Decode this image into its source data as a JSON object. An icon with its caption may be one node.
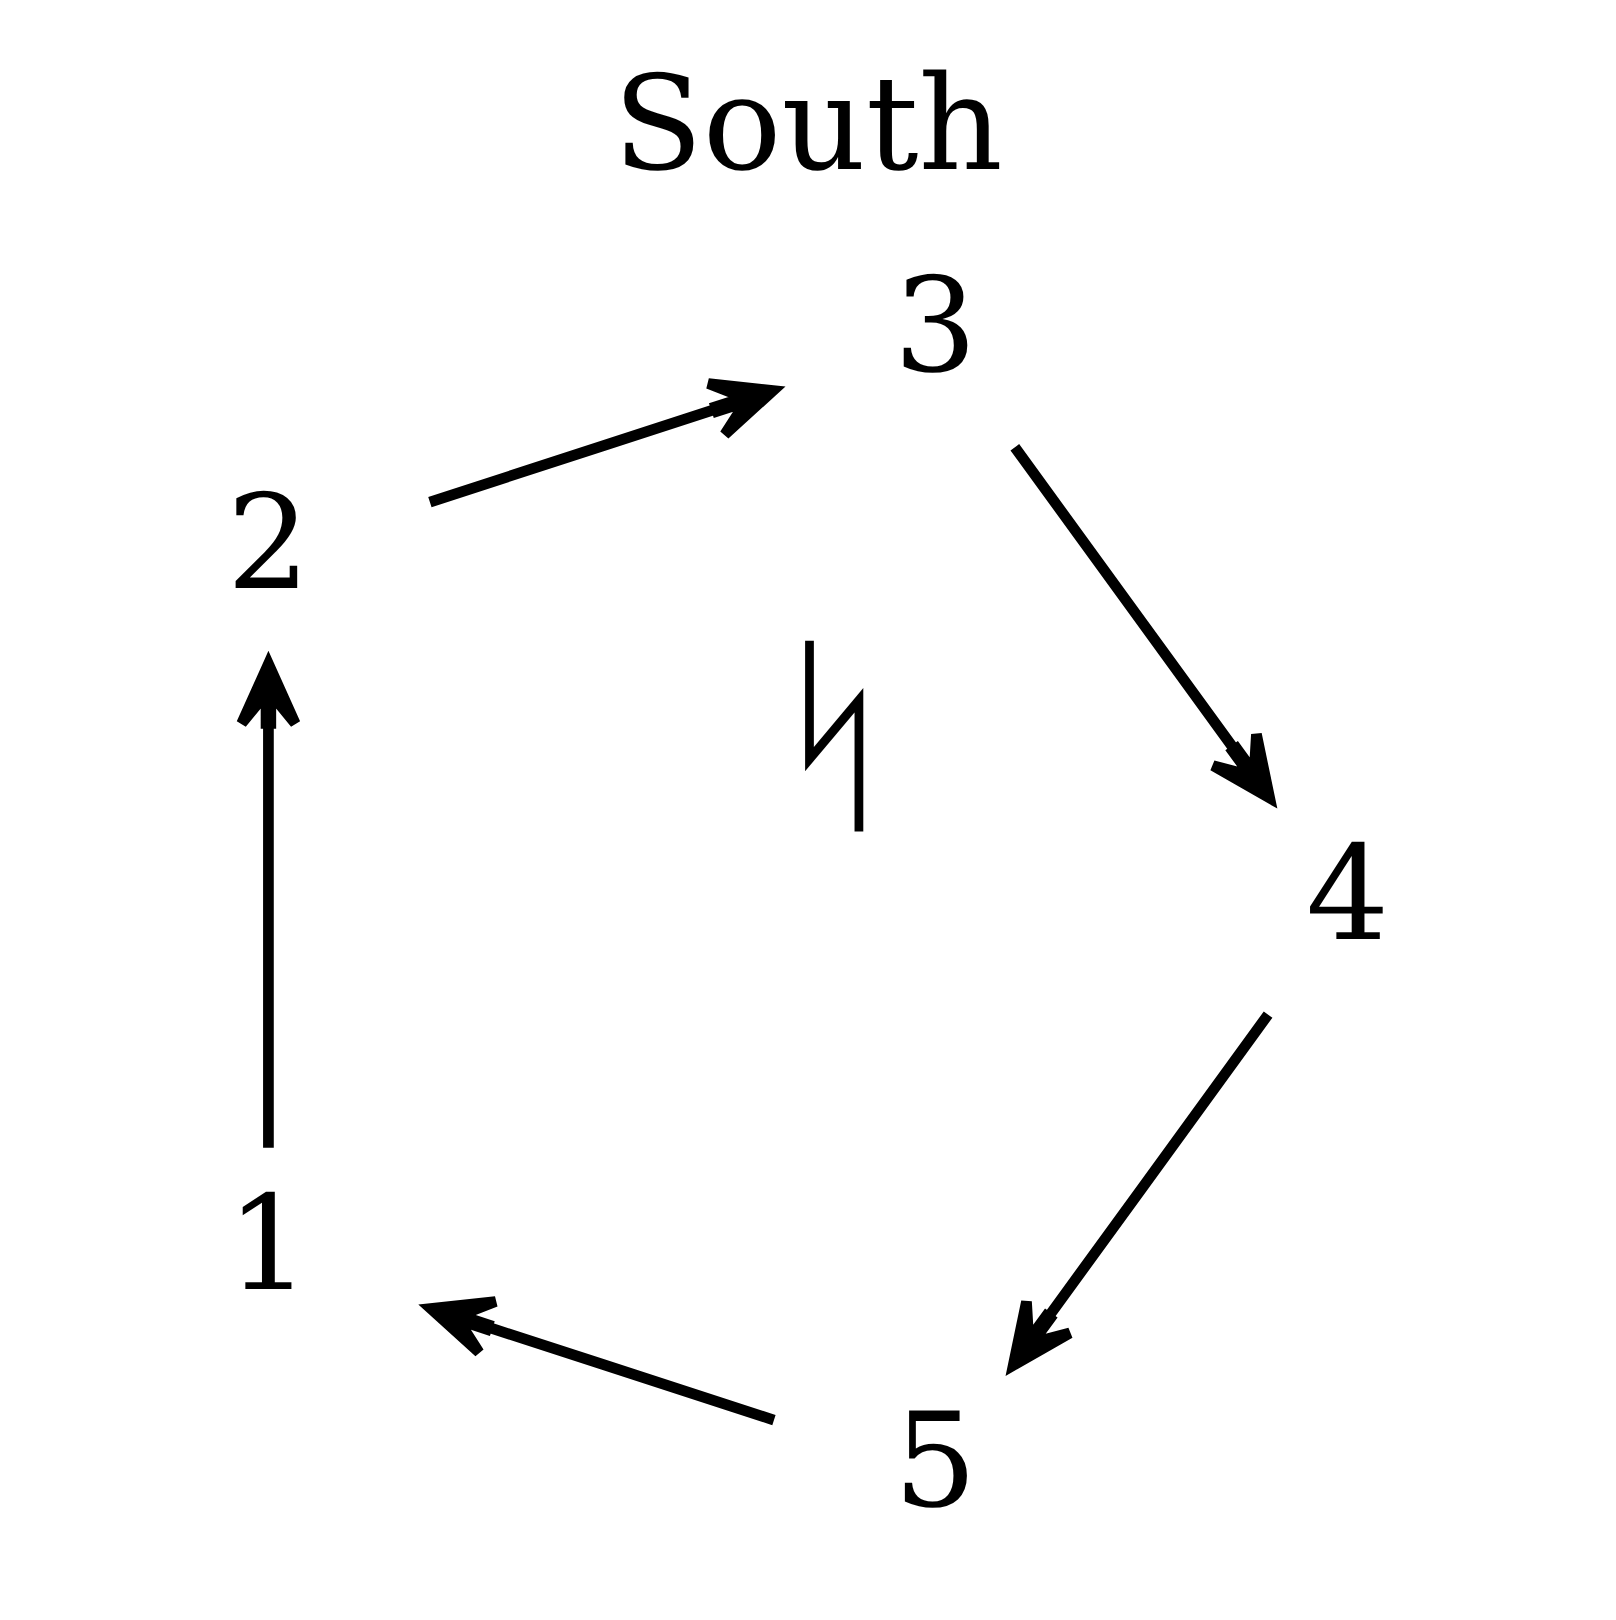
{
  "diagram": {
    "title": "South",
    "nodes": [
      {
        "text": [
          "5"
        ]
      },
      {
        "text": [
          "2"
        ]
      },
      {
        "text": [
          "3"
        ]
      },
      {
        "text": [
          "4"
        ]
      },
      {
        "text": [
          "1"
        ]
      }
    ],
    "edges": [
      {
        "from": 0,
        "to": 4,
        "arrow": "to"
      },
      {
        "from": 4,
        "to": 1,
        "arrow": "to"
      },
      {
        "from": 1,
        "to": 2,
        "arrow": "to"
      },
      {
        "from": 2,
        "to": 3,
        "arrow": "to"
      },
      {
        "from": 3,
        "to": 0,
        "arrow": "to"
      }
    ],
    "labels": [
      "ᛋ"
    ]
  }
}
